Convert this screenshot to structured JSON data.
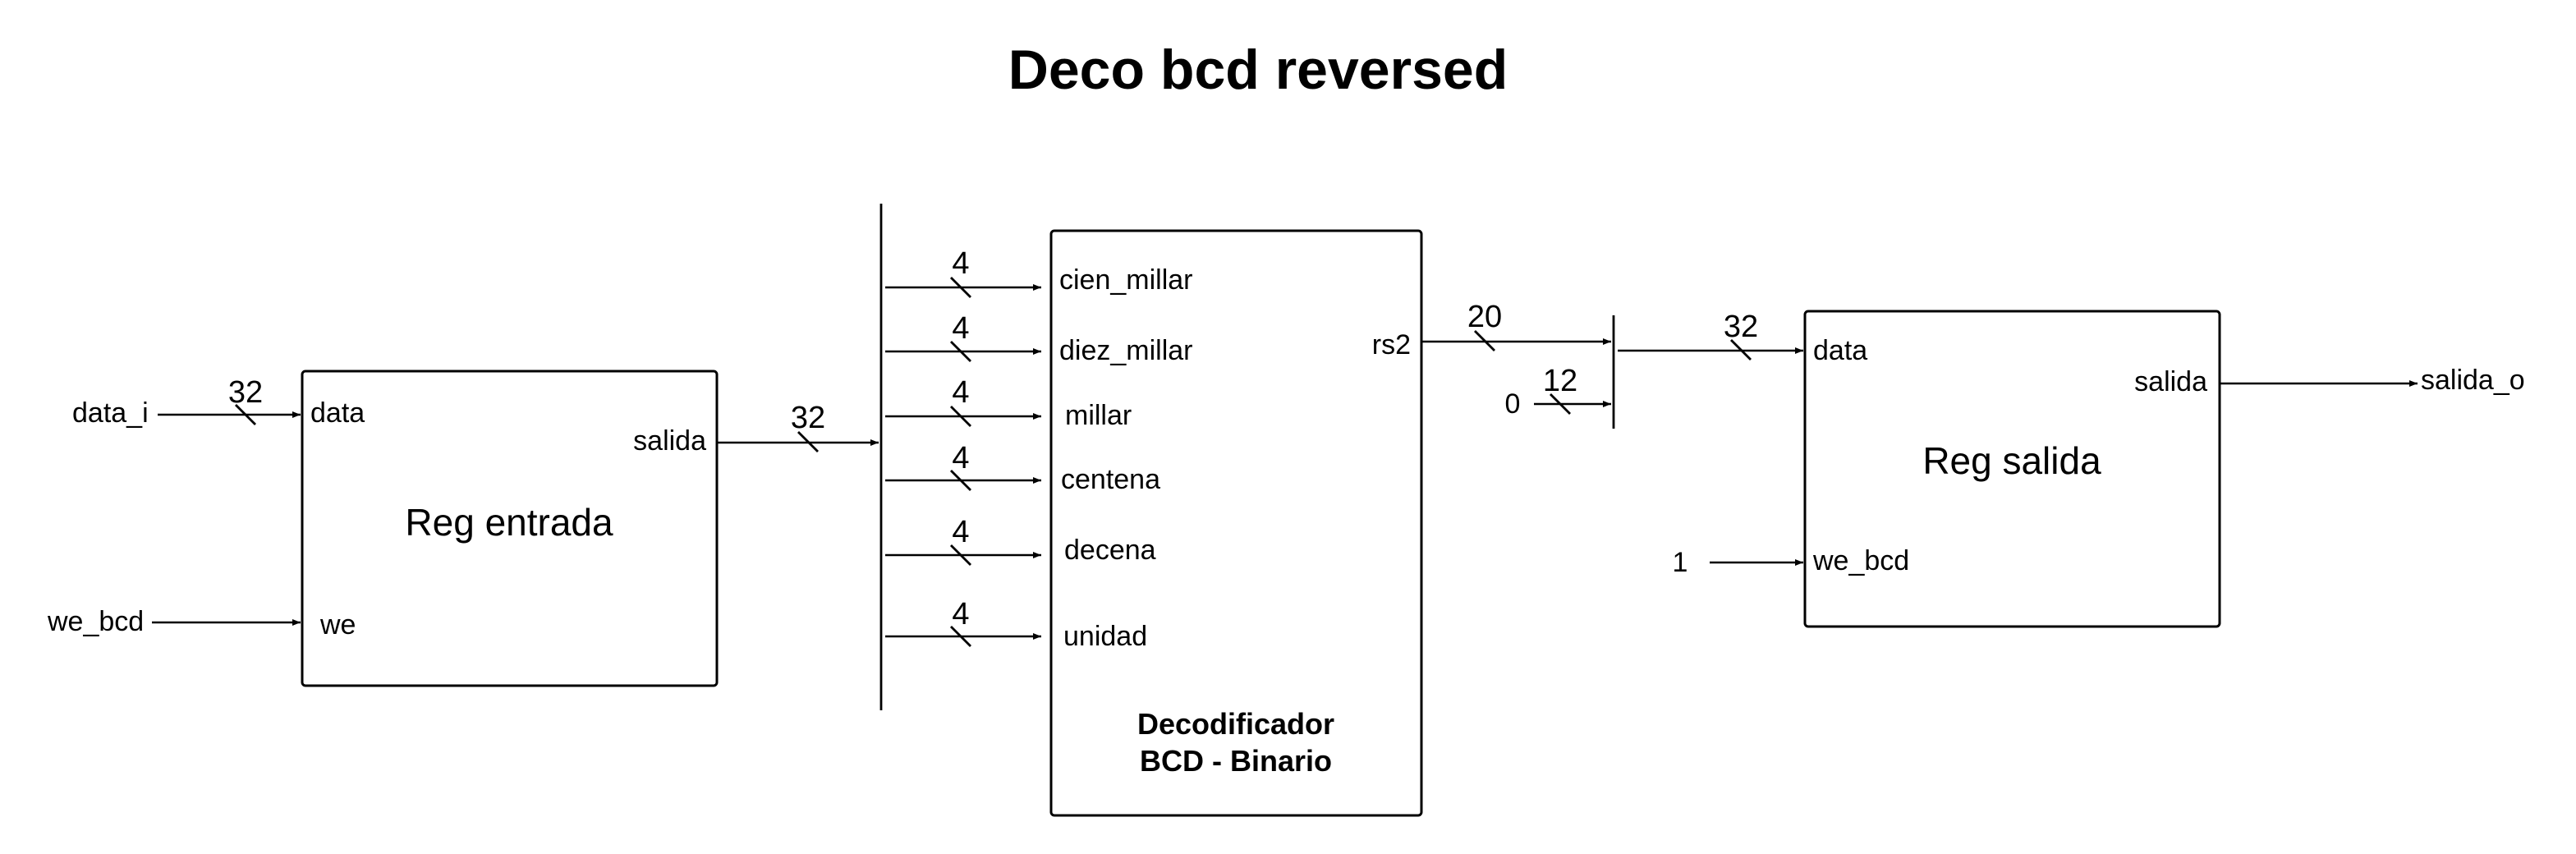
{
  "title": "Deco bcd reversed",
  "inputs": {
    "data_i": "data_i",
    "we_bcd": "we_bcd",
    "const_zero": "0",
    "const_one": "1"
  },
  "reg_entrada": {
    "name": "Reg entrada",
    "port_data": "data",
    "port_we": "we",
    "port_salida": "salida"
  },
  "decoder": {
    "name_line1": "Decodificador",
    "name_line2": "BCD - Binario",
    "ports": [
      "cien_millar",
      "diez_millar",
      "millar",
      "centena",
      "decena",
      "unidad"
    ],
    "output_port": "rs2"
  },
  "reg_salida": {
    "name": "Reg salida",
    "port_data": "data",
    "port_we": "we_bcd",
    "port_salida": "salida"
  },
  "output": {
    "salida_o": "salida_o"
  },
  "bus_widths": {
    "data_i": "32",
    "reg_entrada_out": "32",
    "digit": "4",
    "rs2": "20",
    "zero_pad": "12",
    "reg_salida_in": "32"
  }
}
